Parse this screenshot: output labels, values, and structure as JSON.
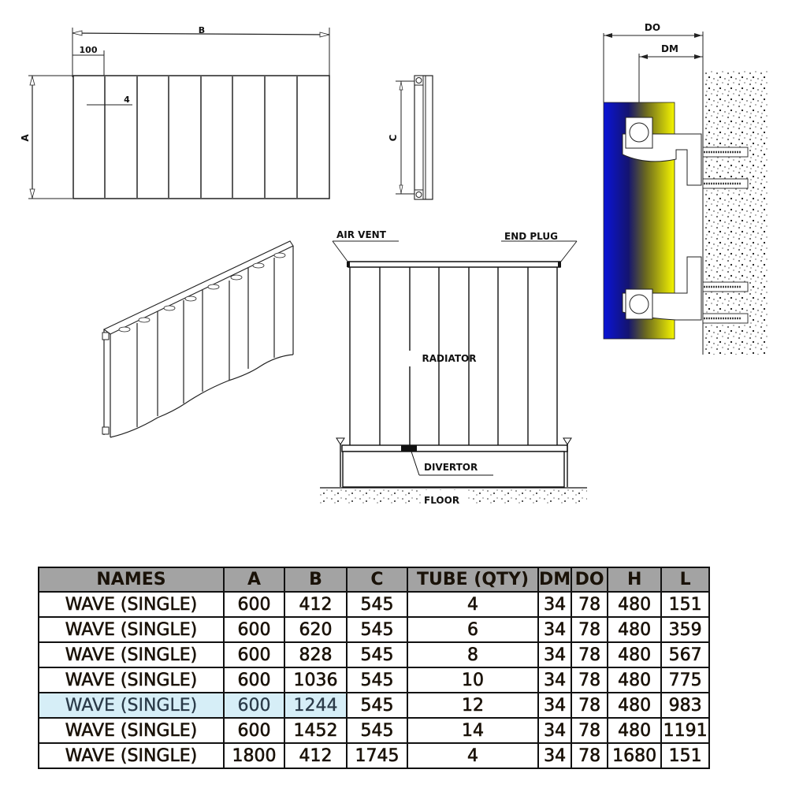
{
  "front_view": {
    "dim_width_label": "B",
    "dim_height_label": "A",
    "dim_section_label": "100",
    "dim_gap_label": "4",
    "section_count": 8
  },
  "side_view": {
    "dim_label": "C"
  },
  "wall_mount_view": {
    "dim_outer_label": "DO",
    "dim_mid_label": "DM",
    "gradient_colors": [
      "#0a14d8",
      "#f6f600"
    ]
  },
  "installation_view": {
    "air_vent_label": "AIR VENT",
    "end_plug_label": "END PLUG",
    "radiator_label": "RADIATOR",
    "divertor_label": "DIVERTOR",
    "floor_label": "FLOOR"
  },
  "table": {
    "headers": [
      "NAMES",
      "A",
      "B",
      "C",
      "TUBE (QTY)",
      "DM",
      "DO",
      "H",
      "L"
    ],
    "rows": [
      [
        "WAVE (SINGLE)",
        "600",
        "412",
        "545",
        "4",
        "34",
        "78",
        "480",
        "151"
      ],
      [
        "WAVE (SINGLE)",
        "600",
        "620",
        "545",
        "6",
        "34",
        "78",
        "480",
        "359"
      ],
      [
        "WAVE (SINGLE)",
        "600",
        "828",
        "545",
        "8",
        "34",
        "78",
        "480",
        "567"
      ],
      [
        "WAVE (SINGLE)",
        "600",
        "1036",
        "545",
        "10",
        "34",
        "78",
        "480",
        "775"
      ],
      [
        "WAVE (SINGLE)",
        "600",
        "1244",
        "545",
        "12",
        "34",
        "78",
        "480",
        "983"
      ],
      [
        "WAVE (SINGLE)",
        "600",
        "1452",
        "545",
        "14",
        "34",
        "78",
        "480",
        "1191"
      ],
      [
        "WAVE (SINGLE)",
        "1800",
        "412",
        "1745",
        "4",
        "34",
        "78",
        "1680",
        "151"
      ]
    ],
    "highlighted_row": 4,
    "header_bg": "#a3a3a3",
    "highlight_bg": "#d6eef7"
  }
}
